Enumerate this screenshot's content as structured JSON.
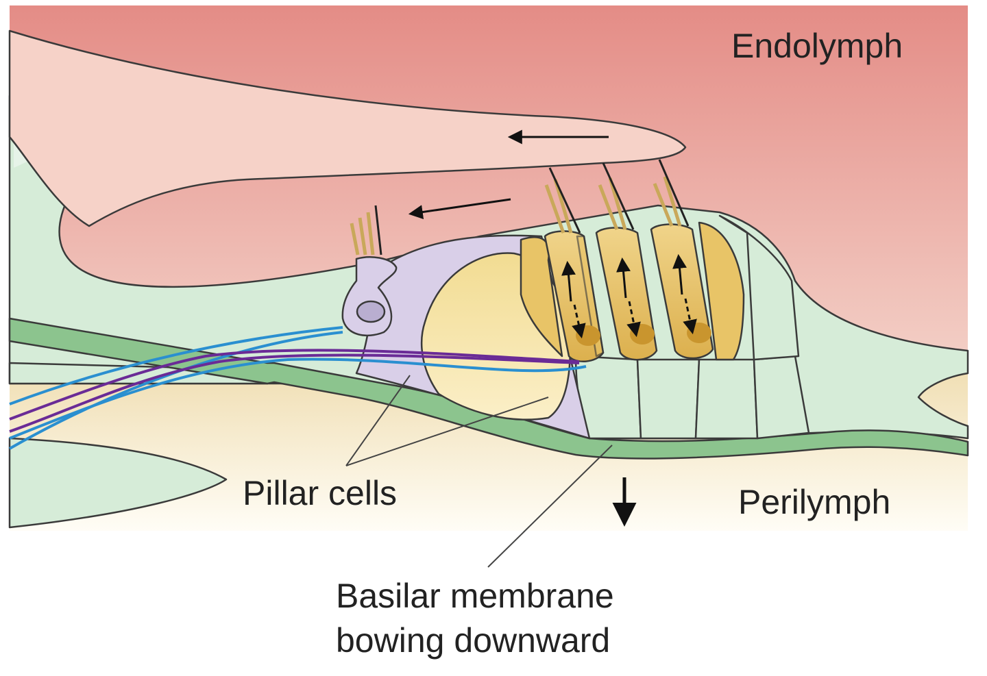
{
  "labels": {
    "endolymph": "Endolymph",
    "perilymph": "Perilymph",
    "pillar_cells": "Pillar cells",
    "basilar_line1": "Basilar membrane",
    "basilar_line2": "bowing downward"
  },
  "colors": {
    "endolymph_top": "#e48c86",
    "endolymph_bottom": "#f4d4cc",
    "perilymph_top": "#efdcae",
    "perilymph_bottom": "#fffdf6",
    "tectorial_membrane": "#f6d2c8",
    "support_cells": "#d6ecd8",
    "basilar_membrane": "#8cc48e",
    "pillar_cells": "#d9cfe8",
    "hair_cells": "#e8c467",
    "nerve_blue": "#2a8fd0",
    "nerve_purple": "#6a2b96"
  }
}
